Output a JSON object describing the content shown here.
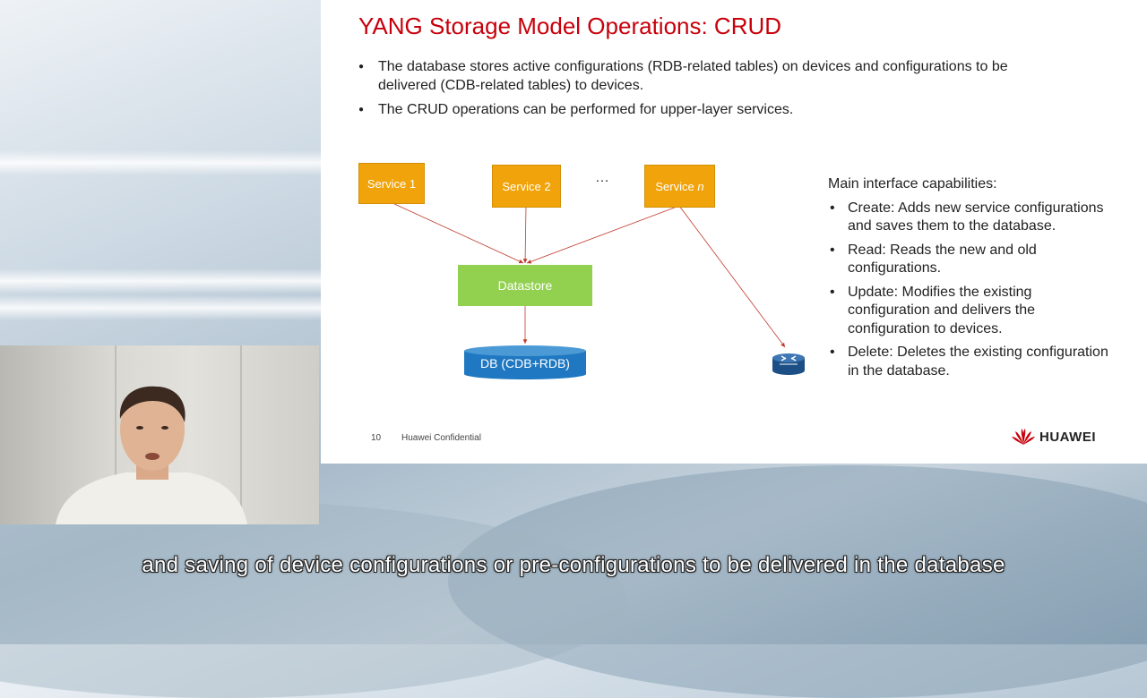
{
  "slide": {
    "title": "YANG Storage Model Operations: CRUD",
    "bullets": [
      "The database stores active configurations (RDB-related tables) on devices and configurations to be delivered (CDB-related tables) to devices.",
      "The CRUD operations can be performed for upper-layer services."
    ],
    "diagram": {
      "service1": "Service 1",
      "service2": "Service 2",
      "ellipsis": "…",
      "serviceN_prefix": "Service ",
      "serviceN_suffix": "n",
      "datastore": "Datastore",
      "db": "DB (CDB+RDB)",
      "device_icon": "router-icon"
    },
    "capabilities": {
      "heading": "Main interface capabilities:",
      "items": [
        "Create: Adds new service configurations and saves them to the database.",
        "Read: Reads the new and old configurations.",
        "Update: Modifies the existing configuration and delivers the configuration to devices.",
        "Delete: Deletes the existing configuration in the database."
      ]
    },
    "footer": {
      "page_number": "10",
      "confidential": "Huawei Confidential",
      "logo_text": "HUAWEI"
    }
  },
  "subtitle": "and saving of device configurations or pre-configurations to be delivered in the database",
  "colors": {
    "title": "#c7000b",
    "service_box": "#f0a30a",
    "datastore": "#92d050",
    "db": "#1f78c1",
    "arrows": "#c0392b"
  }
}
